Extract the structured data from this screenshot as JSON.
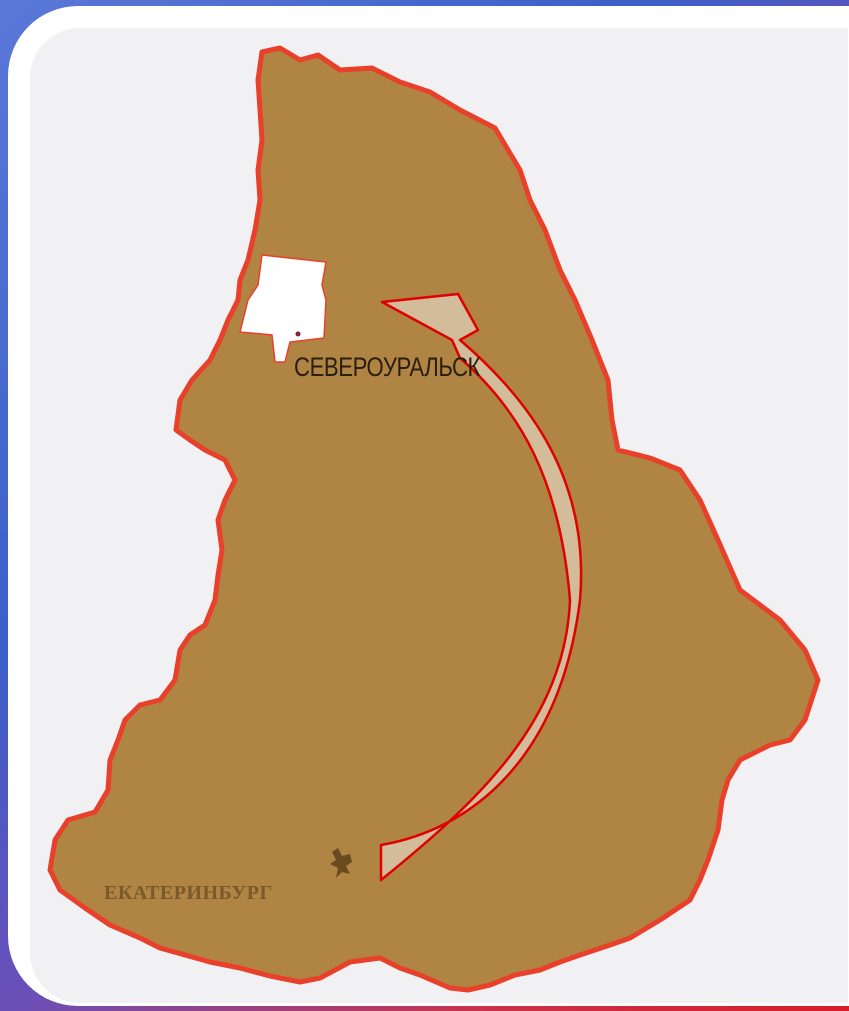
{
  "map": {
    "region_color": "#b08442",
    "border_color": "#e8402a",
    "background_color": "#f1f1f3",
    "highlight_area_color": "#ffffff",
    "arrow_fill": "#d8c6a8",
    "arrow_stroke": "#e00000"
  },
  "cities": {
    "north": {
      "name": "СЕВЕРОУРАЛЬСК"
    },
    "south": {
      "name": "ЕКАТЕРИНБУРГ",
      "icon": "coat-of-arms-icon"
    }
  },
  "route": {
    "from": "ЕКАТЕРИНБУРГ",
    "to": "СЕВЕРОУРАЛЬСК",
    "icon": "curved-arrow-icon"
  }
}
